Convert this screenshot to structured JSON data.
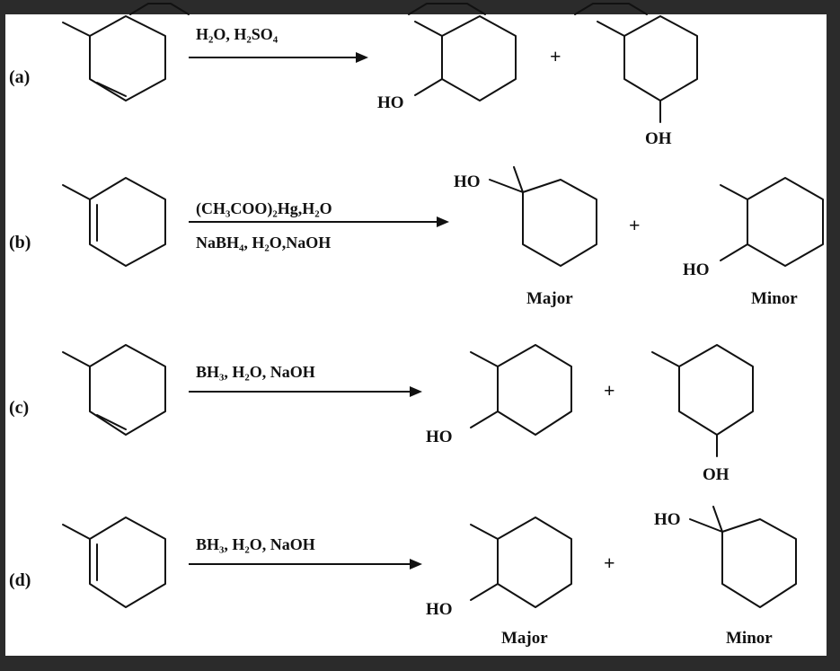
{
  "reactions": [
    {
      "label": "(a)",
      "reagents_line1": "H₂O, H₂SO₄",
      "reagents_line2": "",
      "product1_group": "HO",
      "product2_group": "OH",
      "product1_tag": "",
      "product2_tag": "",
      "plus": "+"
    },
    {
      "label": "(b)",
      "reagents_line1": "(CH₃COO)₂Hg,H₂O",
      "reagents_line2": "NaBH₄, H₂O,NaOH",
      "product1_group": "HO",
      "product2_group": "HO",
      "product1_tag": "Major",
      "product2_tag": "Minor",
      "plus": "+"
    },
    {
      "label": "(c)",
      "reagents_line1": "BH₃, H₂O, NaOH",
      "reagents_line2": "",
      "product1_group": "HO",
      "product2_group": "OH",
      "product1_tag": "",
      "product2_tag": "",
      "plus": "+"
    },
    {
      "label": "(d)",
      "reagents_line1": "BH₃, H₂O, NaOH",
      "reagents_line2": "",
      "product1_group": "HO",
      "product2_group": "HO",
      "product1_tag": "Major",
      "product2_tag": "Minor",
      "plus": "+"
    }
  ]
}
